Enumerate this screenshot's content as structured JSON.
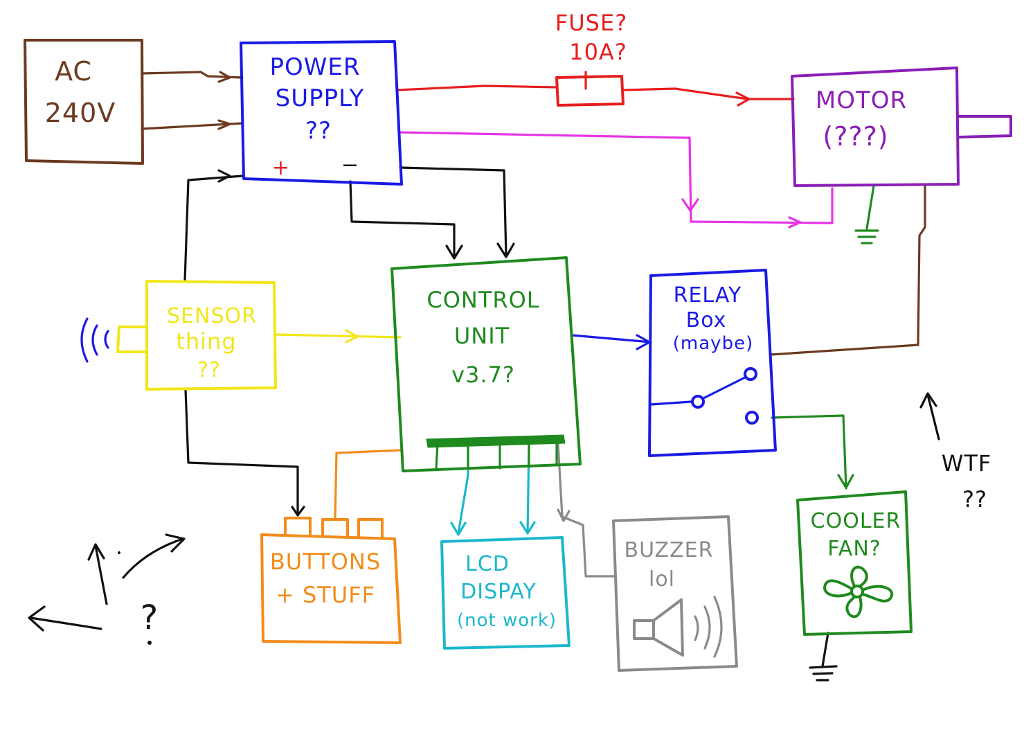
{
  "colors": {
    "ac": "#6b3a1f",
    "power_supply": "#1a1ae6",
    "fuse": "#e61e1e",
    "motor": "#8a1fb5",
    "magenta_wire": "#e633e6",
    "control_unit": "#1f8a1f",
    "sensor": "#f2e61a",
    "relay": "#1a1ae6",
    "buttons": "#f28c1a",
    "lcd": "#1ab8cc",
    "buzzer": "#8a8a8a",
    "fan": "#1f8a1f",
    "black_wire": "#111111"
  },
  "blocks": {
    "ac": {
      "lines": [
        "AC",
        "240V"
      ]
    },
    "power_supply": {
      "lines": [
        "POWER",
        "SUPPLY",
        "??"
      ],
      "plus": "+",
      "minus": "−"
    },
    "motor": {
      "lines": [
        "MOTOR",
        "(???)"
      ]
    },
    "fuse": {
      "lines": [
        "FUSE?",
        "10A?"
      ]
    },
    "control_unit": {
      "lines": [
        "CONTROL",
        "UNIT",
        "v3.7?"
      ]
    },
    "sensor": {
      "lines": [
        "SENSOR",
        "thing",
        "??"
      ]
    },
    "relay": {
      "lines": [
        "RELAY",
        "Box",
        "(maybe)"
      ]
    },
    "buttons": {
      "lines": [
        "BUTTONS",
        "+ STUFF"
      ]
    },
    "lcd": {
      "lines": [
        "LCD",
        "DISPAY",
        "(not work)"
      ]
    },
    "buzzer": {
      "lines": [
        "BUZZER",
        "lol"
      ]
    },
    "fan": {
      "lines": [
        "COOLER",
        "FAN?"
      ]
    }
  },
  "annotations": {
    "wtf": [
      "WTF",
      "??"
    ],
    "question": "?"
  },
  "icons": [
    "wifi-icon",
    "fan-icon",
    "speaker-icon",
    "ground-icon",
    "relay-switch-icon"
  ]
}
